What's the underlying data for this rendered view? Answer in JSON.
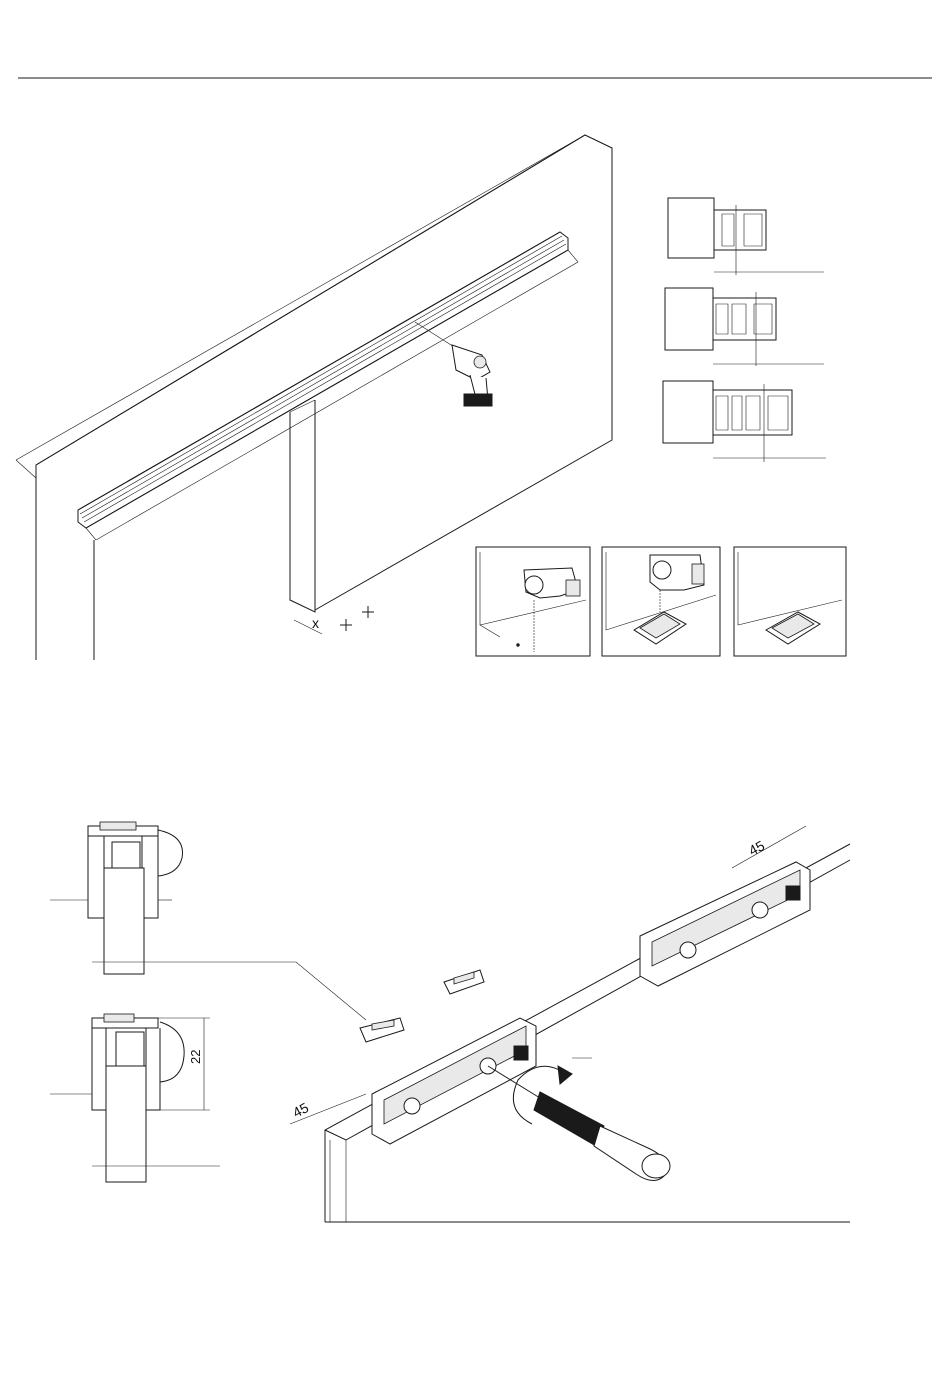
{
  "figure_top": {
    "frames": [
      {
        "id": "top-wall-rail",
        "x_mark_label": "x"
      },
      {
        "id": "profile-section-1"
      },
      {
        "id": "profile-section-2"
      },
      {
        "id": "profile-section-3"
      },
      {
        "id": "step-drill-hole"
      },
      {
        "id": "step-insert-bracket"
      },
      {
        "id": "step-bracket-mounted"
      }
    ]
  },
  "figure_bottom": {
    "dimension_left": "45",
    "dimension_right": "45",
    "dimension_vertical": "22"
  },
  "icons": [
    "drill-icon",
    "screwdriver-icon",
    "rotation-arrow-icon",
    "clip-icon"
  ]
}
